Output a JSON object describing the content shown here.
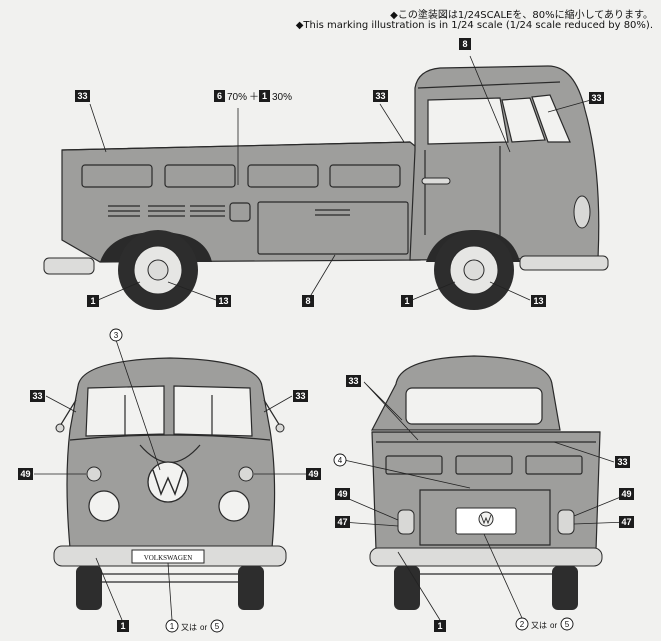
{
  "notes": {
    "jp": "◆この塗装図は1/24SCALEを、80%に縮小してあります。",
    "en": "◆This marking illustration is in 1/24 scale (1/24 scale reduced by 80%)."
  },
  "mix": {
    "part1_num": "6",
    "part1_pct": "70%",
    "plus": "＋",
    "part2_num": "1",
    "part2_pct": "30%"
  },
  "callouts": {
    "c8": "8",
    "c33": "33",
    "c1": "1",
    "c13": "13",
    "c49": "49",
    "c47": "47"
  },
  "circled": {
    "c3": "3",
    "c4": "4",
    "c1": "1",
    "c2": "2",
    "c5": "5"
  },
  "alt_text": {
    "jp": "又は",
    "en": "or"
  },
  "plate_text": "VOLKSWAGEN",
  "colors": {
    "body": "#9e9e9c",
    "ink": "#2a2a2a",
    "callout": "#1c1c1c"
  }
}
